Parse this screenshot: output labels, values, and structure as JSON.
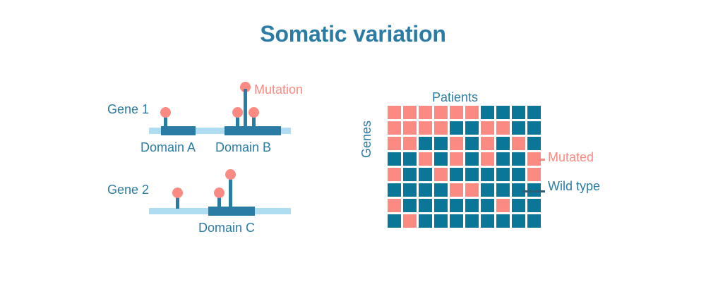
{
  "title": "Somatic variation",
  "colors": {
    "blue": "#2B7CA5",
    "teal": "#0A7799",
    "light_blue": "#AEDCF0",
    "salmon": "#FA8A82",
    "background": "#FFFFFF"
  },
  "lollipop_panel": {
    "mutation_legend_label": "Mutation",
    "genes": [
      {
        "name": "Gene 1",
        "domains": [
          {
            "label": "Domain A"
          },
          {
            "label": "Domain B"
          }
        ],
        "mutation_count": 4
      },
      {
        "name": "Gene 2",
        "domains": [
          {
            "label": "Domain C"
          }
        ],
        "mutation_count": 3
      }
    ]
  },
  "heatmap_panel": {
    "column_axis_label": "Patients",
    "row_axis_label": "Genes",
    "legend": [
      {
        "label": "Mutated",
        "state": "mut"
      },
      {
        "label": "Wild type",
        "state": "wild"
      }
    ],
    "rows": 8,
    "cols": 10,
    "matrix": [
      [
        "mut",
        "mut",
        "mut",
        "mut",
        "mut",
        "mut",
        "wild",
        "wild",
        "wild",
        "wild"
      ],
      [
        "mut",
        "mut",
        "mut",
        "mut",
        "wild",
        "wild",
        "mut",
        "mut",
        "wild",
        "wild"
      ],
      [
        "mut",
        "mut",
        "wild",
        "wild",
        "mut",
        "wild",
        "mut",
        "wild",
        "mut",
        "wild"
      ],
      [
        "wild",
        "wild",
        "mut",
        "wild",
        "mut",
        "wild",
        "mut",
        "wild",
        "wild",
        "mut"
      ],
      [
        "mut",
        "wild",
        "wild",
        "mut",
        "wild",
        "wild",
        "wild",
        "wild",
        "wild",
        "mut"
      ],
      [
        "wild",
        "wild",
        "wild",
        "wild",
        "mut",
        "mut",
        "wild",
        "wild",
        "wild",
        "wild"
      ],
      [
        "mut",
        "wild",
        "wild",
        "wild",
        "wild",
        "wild",
        "wild",
        "mut",
        "wild",
        "wild"
      ],
      [
        "wild",
        "mut",
        "wild",
        "wild",
        "wild",
        "wild",
        "wild",
        "wild",
        "wild",
        "wild"
      ]
    ]
  }
}
